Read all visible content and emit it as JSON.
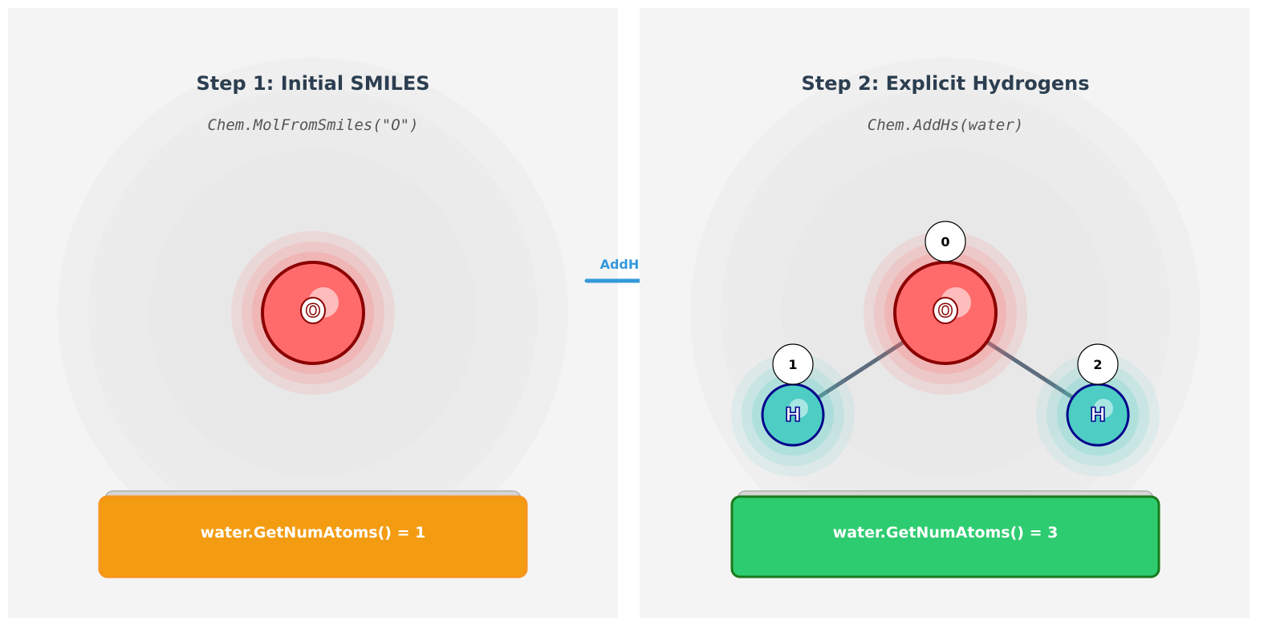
{
  "step1": {
    "title": "Step 1: Initial SMILES",
    "code": "Chem.MolFromSmiles(\"O\")",
    "atom_symbol": "O",
    "result": "water.GetNumAtoms() = 1"
  },
  "step2": {
    "title": "Step 2: Explicit Hydrogens",
    "code": "Chem.AddHs(water)",
    "atoms": [
      {
        "index": "0",
        "symbol": "O"
      },
      {
        "index": "1",
        "symbol": "H"
      },
      {
        "index": "2",
        "symbol": "H"
      }
    ],
    "result": "water.GetNumAtoms() = 3"
  },
  "transition": {
    "label": "AddHs()"
  },
  "colors": {
    "panel_bg": "#f4f4f4",
    "title": "#2c3e50",
    "code": "#555555",
    "oxygen_fill": "#ff6b6b",
    "oxygen_stroke": "#8b0000",
    "hydrogen_fill": "#4ecdc4",
    "hydrogen_stroke": "#00008b",
    "bond": "#5d6d7e",
    "arrow": "#3498db",
    "result1_fill": "#f39c12",
    "result1_stroke": "#f7941d",
    "result2_fill": "#2ecc71",
    "result2_stroke": "#1a7a1a"
  }
}
